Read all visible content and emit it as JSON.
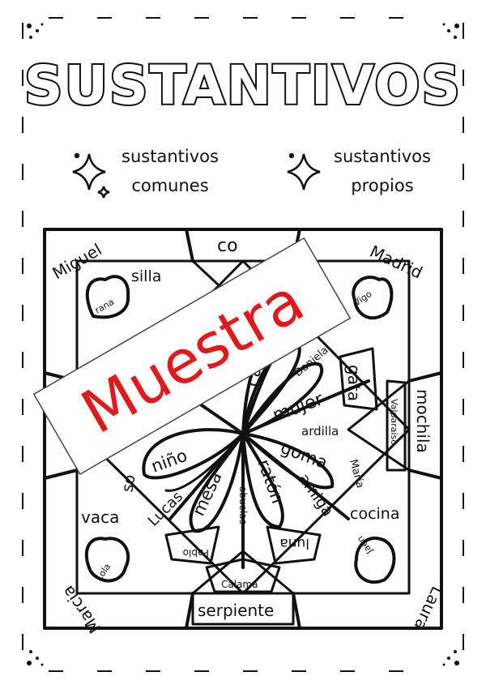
{
  "title": "SUSTANTIVOS",
  "legend": {
    "common_line1": "sustantivos",
    "common_line2": "comunes",
    "proper_line1": "sustantivos",
    "proper_line2": "propios"
  },
  "words": {
    "miguel": "Miguel",
    "madrid": "Madrid",
    "marcia": "Marcia",
    "laura": "Laura",
    "silla": "silla",
    "co": "co",
    "rana": "rana",
    "vigo": "Vigo",
    "casa": "casa",
    "daniela": "Daniela",
    "gata": "gata",
    "mujer": "mujer",
    "ardilla": "ardilla",
    "valparaiso": "Valparaíso",
    "mochila": "mochila",
    "goma": "goma",
    "maria": "María",
    "nino": "niño",
    "so": "so",
    "lucas": "Lucas",
    "mesa": "mesa",
    "raton": "ratón",
    "amiga": "amiga",
    "abuelas": "abuelas",
    "vaca": "vaca",
    "cocina": "cocina",
    "pablo": "Pablo",
    "luna": "luna",
    "lola": "Lola",
    "jaen": "Jaén",
    "calama": "Calama",
    "serpiente": "serpiente"
  },
  "watermark": "Muestra",
  "colors": {
    "ink": "#111111",
    "watermark": "#e0191c",
    "background": "#ffffff"
  }
}
